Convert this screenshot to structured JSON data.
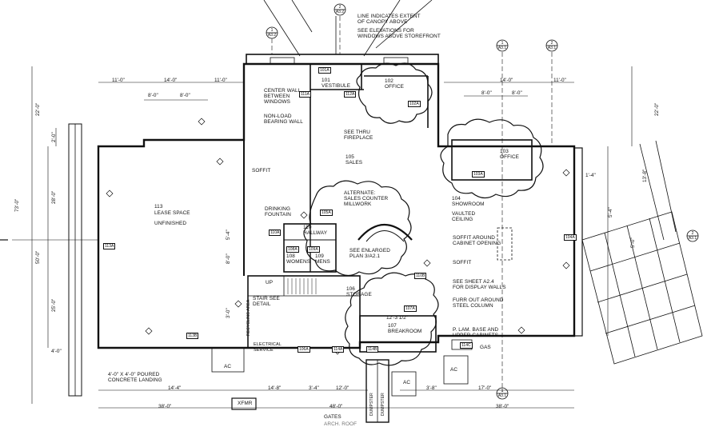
{
  "rooms": {
    "lease_space_num": "113",
    "lease_space_name": "LEASE SPACE",
    "lease_space_note": "UNFINISHED",
    "vestibule": "101\nVESTIBULE",
    "office_102": "102\nOFFICE",
    "office_103": "103\nOFFICE",
    "sales": "105\nSALES",
    "showroom": "104\nSHOWROOM",
    "vaulted": "VAULTED\nCEILING",
    "hallway": "110\nHALLWAY",
    "womens": "108\nWOMENS",
    "mens": "109\nMENS",
    "storage": "106\nSTORAGE",
    "breakroom": "107\nBREAKROOM"
  },
  "notes": {
    "canopy": "LINE INDICATES EXTENT\nOF CANOPY ABOVE",
    "elevations": "SEE ELEVATIONS FOR\nWINDOWS ABOVE STOREFRONT",
    "center_wall": "CENTER WALL\nBETWEEN\nWINDOWS",
    "non_load": "NON-LOAD\nBEARING WALL",
    "fireplace": "SEE THRU\nFIREPLACE",
    "soffit_left": "SOFFIT",
    "alt_counter": "ALTERNATE:\nSALES COUNTER\nMILLWORK",
    "fountain": "DRINKING\nFOUNTAIN",
    "enlarged": "SEE ENLARGED\nPLAN 3/A2.1",
    "soffit_cabinet": "SOFFIT AROUND\nCABINET OPENING",
    "soffit_right": "SOFFIT",
    "sheet": "SEE SHEET A2.4\nFOR DISPLAY WALLS",
    "furr": "FURR OUT AROUND\nSTEEL COLUMN",
    "plam": "P. LAM. BASE AND\nUPPER CABINETS",
    "stair": "STAIR SEE\nDETAIL",
    "up": "UP",
    "recycling": "RECYCLING AREA",
    "electrical": "ELECTRICAL\nSERVICE",
    "landing": "4'-0\" x 4'-0\" POURED\nCONCRETE LANDING",
    "ac1": "AC",
    "ac2": "AC",
    "ac3": "AC",
    "gas": "GAS",
    "xfmr": "XFMR",
    "dumpster1": "DUMPSTER",
    "dumpster2": "DUMPSTER",
    "gates": "GATES"
  },
  "dimensions": {
    "d11_0": "11'-0\"",
    "d14_0a": "14'-0\"",
    "d11_0b": "11'-0\"",
    "d8_0a": "8'-0\"",
    "d8_0b": "8'-0\"",
    "d14_0c": "14'-0\"",
    "d11_0c": "11'-0\"",
    "d8_0c": "8'-0\"",
    "d8_0d": "8'-0\"",
    "d22_0l": "22'-0\"",
    "d22_0r": "22'-0\"",
    "d73_0": "73'-0\"",
    "d50_0": "50'-0\"",
    "d28_0": "28'-0\"",
    "d25_0": "25'-0\"",
    "d2_0": "2'-0\"",
    "d4_0": "4'-0\"",
    "d5_4": "5'-4\"",
    "d8_0v": "8'-0\"",
    "d3_0": "3'-0\"",
    "d14_4": "14'-4\"",
    "d14_8": "14'-8\"",
    "d3_4": "3'-4\"",
    "d12_0": "12'-0\"",
    "d3_8": "3'-8\"",
    "d17_0": "17'-0\"",
    "d38_0l": "38'-0\"",
    "d48_0": "48'-0\"",
    "d38_0r": "38'-0\"",
    "d12_3": "12'-3 1/2\"",
    "d13_8": "13'-8\"",
    "d1_4": "1'-4\"",
    "d5_4r": "5'-4\"",
    "d5_0": "5'-0\""
  },
  "tags": [
    "101A",
    "102A",
    "103A",
    "104A",
    "105A",
    "106A",
    "107A",
    "108A",
    "109A",
    "110A",
    "110B",
    "111A",
    "112A",
    "113A",
    "113B",
    "114A",
    "114B",
    "114C"
  ],
  "section_marks": [
    "1\nA3.2",
    "2\nA3.2",
    "1\nA3.1",
    "2\nA3.1",
    "1\nA3.1",
    "2\nA3.1"
  ],
  "partial_text": "ARCH. ROOF"
}
